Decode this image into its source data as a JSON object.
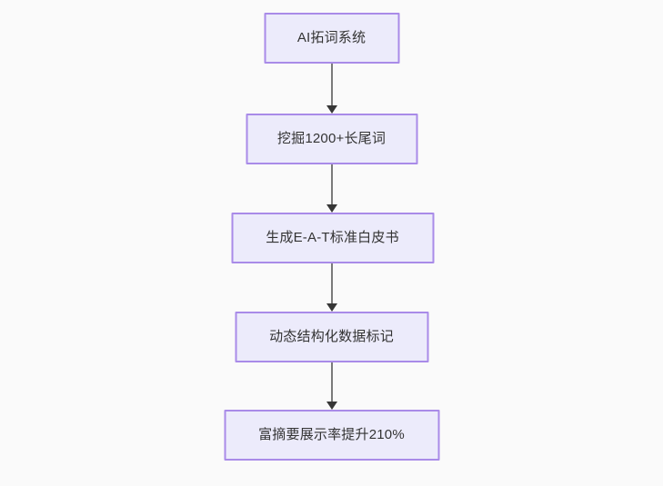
{
  "diagram": {
    "type": "flowchart",
    "orientation": "top-to-bottom",
    "background_color": "#fafafa",
    "node_fill_color": "#ecebfb",
    "node_border_color": "#a98be8",
    "node_text_color": "#333333",
    "connector_color": "#7a7a7a",
    "arrowhead_color": "#363636",
    "nodes": [
      {
        "id": "node-1",
        "label": "AI拓词系统"
      },
      {
        "id": "node-2",
        "label": "挖掘1200+长尾词"
      },
      {
        "id": "node-3",
        "label": "生成E-A-T标准白皮书"
      },
      {
        "id": "node-4",
        "label": "动态结构化数据标记"
      },
      {
        "id": "node-5",
        "label": "富摘要展示率提升210%"
      }
    ],
    "edges": [
      {
        "id": "edge-1",
        "from": "node-1",
        "to": "node-2",
        "arrow": "arrow-down"
      },
      {
        "id": "edge-2",
        "from": "node-2",
        "to": "node-3",
        "arrow": "arrow-down"
      },
      {
        "id": "edge-3",
        "from": "node-3",
        "to": "node-4",
        "arrow": "arrow-down"
      },
      {
        "id": "edge-4",
        "from": "node-4",
        "to": "node-5",
        "arrow": "arrow-down"
      }
    ]
  }
}
